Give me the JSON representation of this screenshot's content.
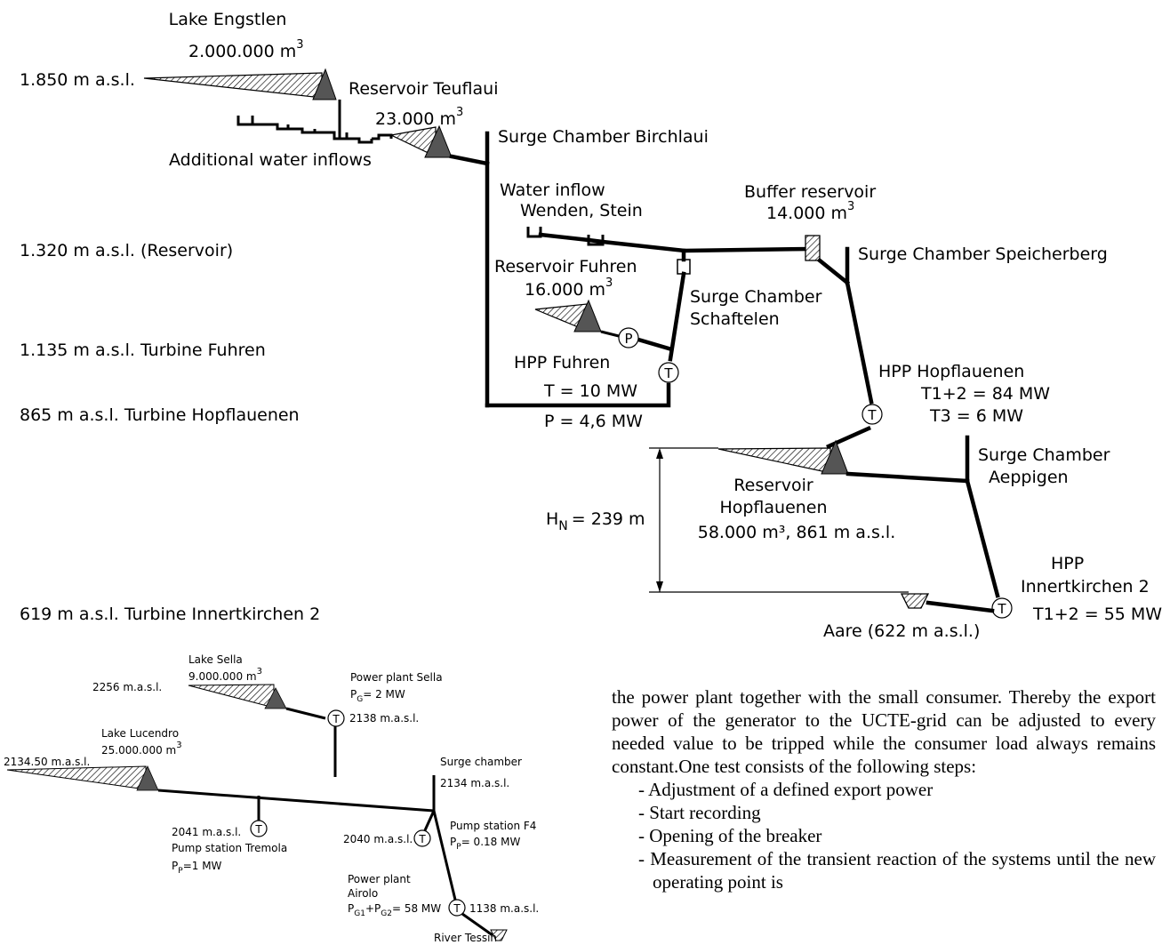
{
  "top": {
    "lake_engstlen": "Lake Engstlen",
    "lake_engstlen_volume": "2.000.000 m",
    "lake_engstlen_sup": "3",
    "level_1850": "1.850 m a.s.l.",
    "reservoir_teuflaui": "Reservoir Teuflaui",
    "reservoir_teuflaui_volume": "23.000 m",
    "reservoir_teuflaui_sup": "3",
    "surge_birchlaui": "Surge Chamber Birchlaui",
    "additional_inflows": "Additional water inflows",
    "water_inflow_line1": "Water inflow",
    "water_inflow_line2": "Wenden, Stein",
    "buffer_reservoir": "Buffer reservoir",
    "buffer_volume": "14.000 m",
    "buffer_sup": "3",
    "level_1320": "1.320 m a.s.l. (Reservoir)",
    "surge_speicherberg": "Surge Chamber Speicherberg",
    "reservoir_fuhren": "Reservoir Fuhren",
    "reservoir_fuhren_volume": "16.000 m",
    "reservoir_fuhren_sup": "3",
    "surge_schaftelen_1": "Surge Chamber",
    "surge_schaftelen_2": "Schaftelen",
    "level_1135": "1.135 m a.s.l. Turbine Fuhren",
    "hpp_fuhren": "HPP Fuhren",
    "hpp_fuhren_t": "T = 10 MW",
    "hpp_fuhren_p": "P = 4,6 MW",
    "hpp_hopflauenen": "HPP Hopflauenen",
    "hpp_hopflauenen_t12": "T1+2 = 84 MW",
    "hpp_hopflauenen_t3": "T3 = 6 MW",
    "level_865": "865 m a.s.l. Turbine Hopflauenen",
    "surge_aeppigen_1": "Surge Chamber",
    "surge_aeppigen_2": "Aeppigen",
    "reservoir_hopflauenen_1": "Reservoir",
    "reservoir_hopflauenen_2": "Hopflauenen",
    "reservoir_hopflauenen_3": "58.000 m³, 861 m a.s.l.",
    "head_h": "H",
    "head_sub": "N",
    "head_value": "= 239 m",
    "hpp_innertkirchen_1": "HPP",
    "hpp_innertkirchen_2": "Innertkirchen 2",
    "hpp_innertkirchen_t": "T1+2 = 55 MW",
    "level_619": "619 m a.s.l. Turbine Innertkirchen 2",
    "aare": "Aare (622 m a.s.l.)",
    "symbol_turbine": "T",
    "symbol_pump": "P"
  },
  "bottom": {
    "lake_sella": "Lake Sella",
    "lake_sella_volume": "9.000.000 m",
    "lake_sella_sup": "3",
    "level_2256": "2256 m.a.s.l.",
    "power_plant_sella": "Power plant Sella",
    "pg_sella_p": "P",
    "pg_sella_sub": "G",
    "pg_sella_value": "= 2 MW",
    "level_2138": "2138 m.a.s.l.",
    "lake_lucendro": "Lake Lucendro",
    "lake_lucendro_volume": "25.000.000 m",
    "lake_lucendro_sup": "3",
    "level_2134_50": "2134.50 m.a.s.l.",
    "surge_chamber": "Surge chamber",
    "level_2134": "2134 m.a.s.l.",
    "level_2041": "2041 m.a.s.l.",
    "pump_tremola": "Pump station Tremola",
    "pp_tremola_p": "P",
    "pp_tremola_sub": "P",
    "pp_tremola_value": "=1 MW",
    "level_2040": "2040 m.a.s.l.",
    "pump_f4": "Pump station F4",
    "pp_f4_p": "P",
    "pp_f4_sub": "P",
    "pp_f4_value": "= 0.18 MW",
    "power_plant_airolo_1": "Power plant",
    "power_plant_airolo_2": "Airolo",
    "pg_airolo_p1": "P",
    "pg_airolo_sub1": "G1",
    "pg_airolo_plus": "+P",
    "pg_airolo_sub2": "G2",
    "pg_airolo_value": "= 58 MW",
    "level_1138": "1138 m.a.s.l.",
    "river_tessin": "River Tessin",
    "symbol_turbine": "T"
  },
  "paragraph": {
    "text": "the power plant together with the small consumer. Thereby the export power of the generator to the UCTE-grid can be adjusted to every needed value to be tripped while the consumer load always remains constant.One test consists of the following steps:",
    "steps": [
      "- Adjustment of a defined export power",
      "- Start recording",
      "- Opening of the breaker",
      "- Measurement of the transient reaction of the systems until the new operating point is"
    ]
  }
}
